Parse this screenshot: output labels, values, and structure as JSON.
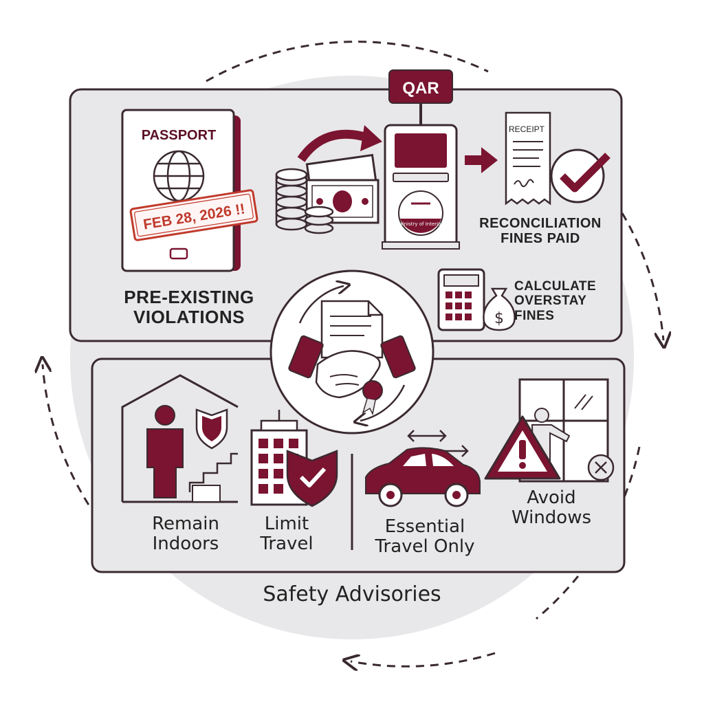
{
  "colors": {
    "maroon": "#7a1430",
    "panel": "#e8e7e9",
    "stroke": "#3a2a30",
    "stamp_red": "#c0392b"
  },
  "passport": {
    "title": "PASSPORT",
    "stamp_date": "FEB 28, 2026 !!"
  },
  "kiosk": {
    "currency_sign": "QAR",
    "emblem_text": "Ministry of Interior"
  },
  "receipt": {
    "title": "RECEIPT"
  },
  "labels": {
    "pre_existing": "PRE-EXISTING VIOLATIONS",
    "reconciliation": "RECONCILIATION FINES PAID",
    "calculate": "CALCULATE OVERSTAY FINES",
    "remain_indoors": "Remain Indoors",
    "limit_travel": "Limit Travel",
    "essential_travel": "Essential Travel Only",
    "avoid_windows": "Avoid Windows",
    "safety_advisories": "Safety Advisories"
  },
  "icons": [
    "passport-icon",
    "globe-icon",
    "date-stamp-icon",
    "coins-icon",
    "banknote-icon",
    "curved-arrow-icon",
    "payment-kiosk-icon",
    "right-arrow-icon",
    "receipt-icon",
    "checkmark-icon",
    "calculator-icon",
    "money-bag-icon",
    "handshake-agreement-icon",
    "cycle-arrows-icon",
    "house-icon",
    "person-icon",
    "shield-icon",
    "building-icon",
    "shield-check-icon",
    "car-icon",
    "double-arrow-icon",
    "warning-triangle-icon",
    "window-icon",
    "close-circle-icon"
  ]
}
